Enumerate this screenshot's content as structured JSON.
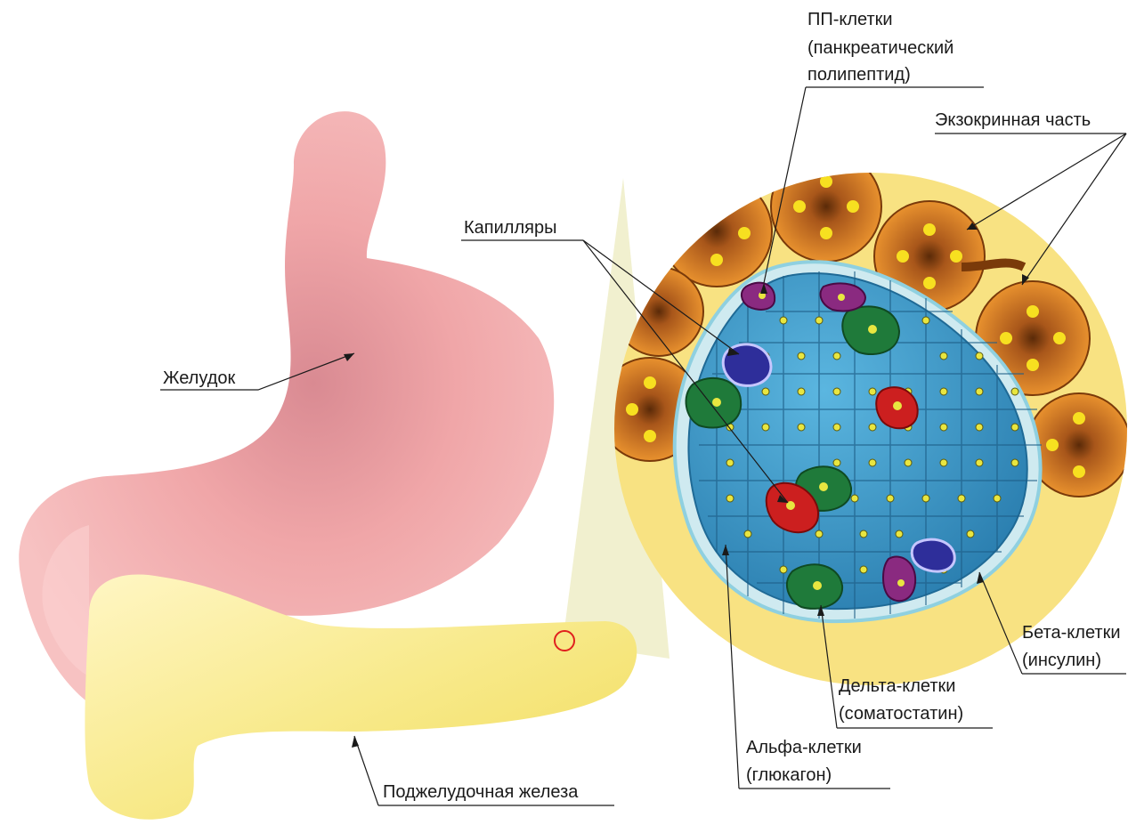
{
  "labels": {
    "pp_cells_1": "ПП-клетки",
    "pp_cells_2": "(панкреатический",
    "pp_cells_3": "полипептид)",
    "exocrine": "Экзокринная часть",
    "capillaries": "Капилляры",
    "stomach": "Желудок",
    "beta_1": "Бета-клетки",
    "beta_2": "(инсулин)",
    "delta_1": "Дельта-клетки",
    "delta_2": "(соматостатин)",
    "alpha_1": "Альфа-клетки",
    "alpha_2": "(глюкагон)",
    "pancreas": "Поджелудочная железа"
  },
  "colors": {
    "stomach": "#f2a8a8",
    "pancreas": "#f7e98a",
    "islet_bg": "#f9e58a",
    "acinus": "#e08a2a",
    "islet_cell": "#3a9ac8",
    "alpha_cell": "#1f7a3a",
    "beta_cell": "#4aa0d0",
    "delta_cell": "#cc1f1f",
    "pp_cell": "#8a2a80",
    "capillary": "#3a3aa0"
  }
}
